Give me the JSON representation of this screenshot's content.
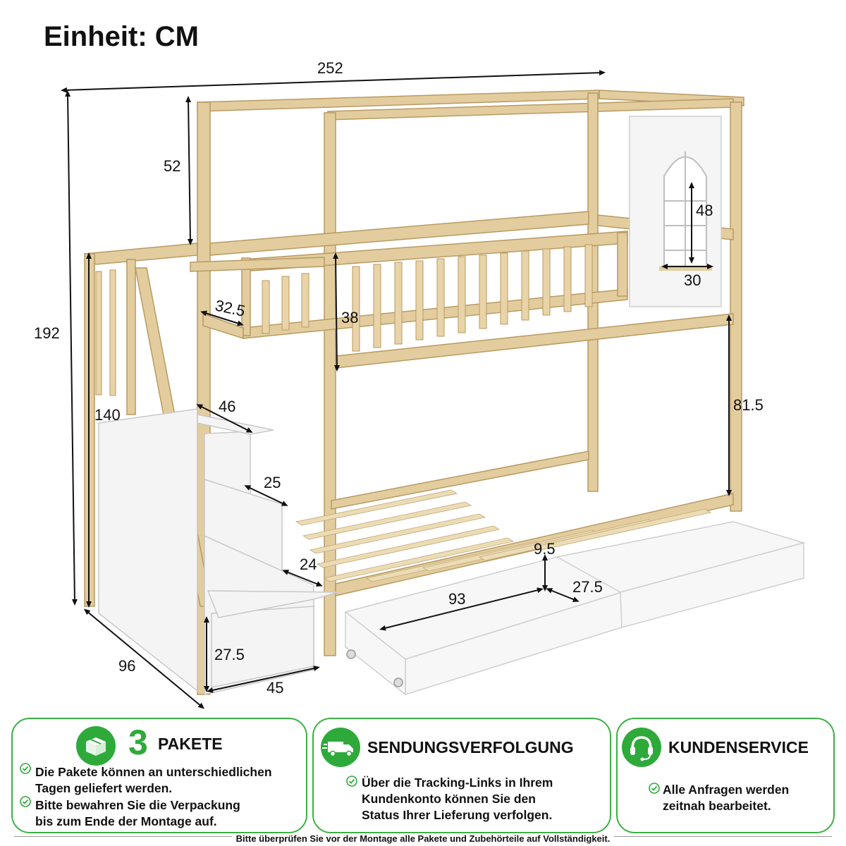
{
  "title": "Einheit: CM",
  "dimensions": {
    "total_length": "252",
    "total_height": "192",
    "roof_height": "52",
    "rail_depth": "32.5",
    "rail_height": "38",
    "window_height": "48",
    "window_width": "30",
    "lower_clearance": "81.5",
    "stair_height": "140",
    "step_width": "46",
    "step_depth_1": "25",
    "step_depth_2": "24",
    "drawer_height": "9.5",
    "drawer_length": "93",
    "drawer_width": "27.5",
    "cubby_height": "27.5",
    "stair_width": "45",
    "total_width": "96"
  },
  "cards": [
    {
      "number": "3",
      "title": "PAKETE",
      "icon": "package-icon",
      "lines": [
        [
          "Die Pakete können an unterschiedlichen",
          "Tagen geliefert werden."
        ],
        [
          "Bitte bewahren Sie die Verpackung",
          "bis zum Ende der Montage auf."
        ]
      ]
    },
    {
      "title": "SENDUNGSVERFOLGUNG",
      "icon": "delivery-truck-icon",
      "lines": [
        [
          "Über die Tracking-Links in Ihrem",
          "Kundenkonto können Sie den",
          "Status Ihrer Lieferung verfolgen."
        ]
      ]
    },
    {
      "title": "KUNDENSERVICE",
      "icon": "headset-icon",
      "lines": [
        [
          "Alle Anfragen werden",
          "zeitnah bearbeitet."
        ]
      ]
    }
  ],
  "footer": "Bitte überprüfen Sie vor der Montage alle Pakete und Zubehörteile auf Vollständigkeit.",
  "colors": {
    "accent": "#2eaa3a",
    "wood": "#dfc89a",
    "panel": "#f2f2f2"
  }
}
